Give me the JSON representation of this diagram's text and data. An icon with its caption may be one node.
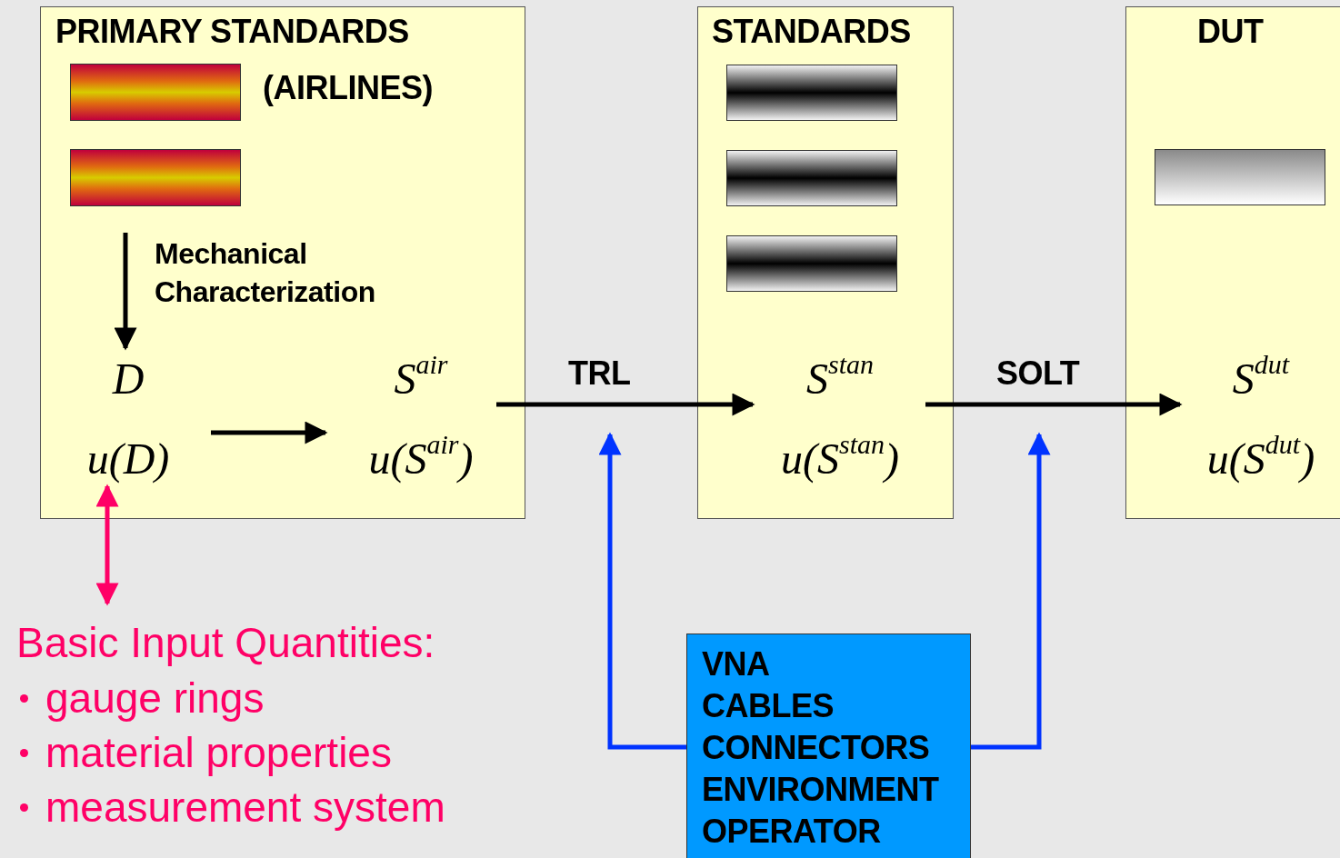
{
  "diagram": {
    "nodes": [
      {
        "text": [
          "PRIMARY STANDARDS",
          "(AIRLINES)"
        ]
      },
      {
        "text": [],
        "shape": "bar",
        "in": 0
      },
      {
        "text": [],
        "shape": "bar",
        "in": 0
      },
      {
        "text": [
          "D",
          "u(D)"
        ],
        "in": 0
      },
      {
        "text": [
          "S$^{air}$",
          "u(S$^{air}$)"
        ],
        "in": 0
      },
      {
        "text": [
          "STANDARDS"
        ]
      },
      {
        "text": [],
        "shape": "bar",
        "in": 5
      },
      {
        "text": [],
        "shape": "bar",
        "in": 5
      },
      {
        "text": [],
        "shape": "bar",
        "in": 5
      },
      {
        "text": [
          "S$^{stan}$",
          "u(S$^{stan}$)"
        ],
        "in": 5
      },
      {
        "text": [
          "DUT"
        ]
      },
      {
        "text": [],
        "shape": "bar",
        "in": 10
      },
      {
        "text": [
          "S$^{dut}$",
          "u(S$^{dut}$)"
        ],
        "in": 10
      },
      {
        "text": [
          "VNA",
          "CABLES",
          "CONNECTORS",
          "ENVIRONMENT",
          "OPERATOR"
        ]
      },
      {
        "text": [
          "Basic Input Quantities:",
          "gauge rings",
          "material properties",
          "measurement system"
        ]
      }
    ],
    "edges": [
      {
        "from": 2,
        "to": 3,
        "arrow": "to",
        "label": "Mechanical Characterization"
      },
      {
        "from": 3,
        "to": 4,
        "arrow": "to"
      },
      {
        "from": 4,
        "to": 9,
        "arrow": "to",
        "label": "TRL"
      },
      {
        "from": 9,
        "to": 12,
        "arrow": "to",
        "label": "SOLT"
      },
      {
        "from": 13,
        "to": null,
        "arrow": "to",
        "color": "#0033ff"
      },
      {
        "from": 13,
        "to": null,
        "arrow": "to",
        "color": "#0033ff"
      },
      {
        "from": 3,
        "to": 14,
        "arrow": "both",
        "color": "#ff0066"
      }
    ]
  }
}
